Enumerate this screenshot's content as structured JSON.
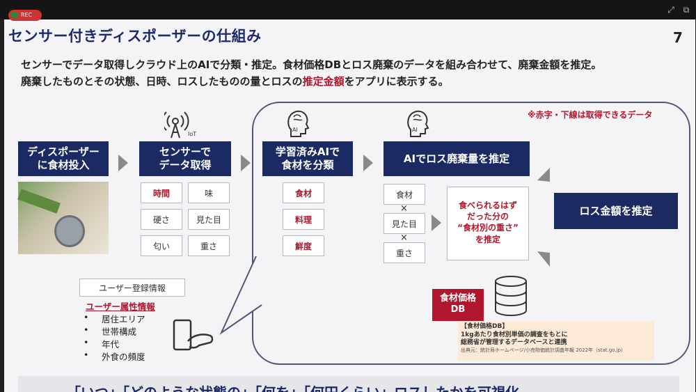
{
  "recorder": {
    "label": "REC"
  },
  "slide": {
    "title": "センサー付きディスポーザーの仕組み",
    "page_number": "7",
    "description_line1": "センサーでデータ取得しクラウド上のAIで分類・推定。食材価格DBとロス廃棄のデータを組み合わせて、廃棄金額を推定。",
    "description_line2_a": "廃棄したものとその状態、日時、ロスしたものの量とロスの",
    "description_line2_red": "推定金額",
    "description_line2_b": "をアプリに表示する。",
    "note": "※赤字・下線は取得できるデータ",
    "iot_label": "IoT",
    "ai_label_1": "AI",
    "ai_label_2": "AI",
    "step1": {
      "line1": "ディスポーザー",
      "line2": "に食材投入"
    },
    "step2": {
      "line1": "センサーで",
      "line2": "データ取得"
    },
    "step3": {
      "line1": "学習済みAIで",
      "line2": "食材を分類"
    },
    "step4": "AIでロス廃棄量を推定",
    "step5": "ロス金額を推定",
    "sensor_items": [
      "時間",
      "味",
      "硬さ",
      "見た目",
      "匂い",
      "重さ"
    ],
    "classify_items": [
      "食材",
      "料理",
      "鮮度"
    ],
    "estimate_items": [
      "食材",
      "見た目",
      "重さ"
    ],
    "multiply_sign": "×",
    "weight_result": {
      "line1": "食べられるはず",
      "line2": "だった分の",
      "line3": "“食材別の重さ”",
      "line4": "を推定"
    },
    "price_db": {
      "line1": "食材価格",
      "line2": "DB"
    },
    "db_note": {
      "line1": "【食材価格DB】",
      "line2": "1kgあたり食材別単価の調査をもとに",
      "line3": "総務省が管理するデータベースと連携",
      "line4": "出典元：統計局ホームページ/小売物価統計調査年報 2022年（stat.go.jp）"
    },
    "user_reg": "ユーザー登録情報",
    "user_attr_title": "ユーザー属性情報",
    "user_attrs": [
      "居住エリア",
      "世帯構成",
      "年代",
      "外食の頻度"
    ],
    "bullet": "•",
    "banner": "「いつ」「どのような状態の」「何を」「何円くらい」ロスしたかを可視化"
  },
  "colors": {
    "navy": "#1b2a63",
    "accent_red": "#b0172c",
    "db_red": "#b0172c"
  }
}
